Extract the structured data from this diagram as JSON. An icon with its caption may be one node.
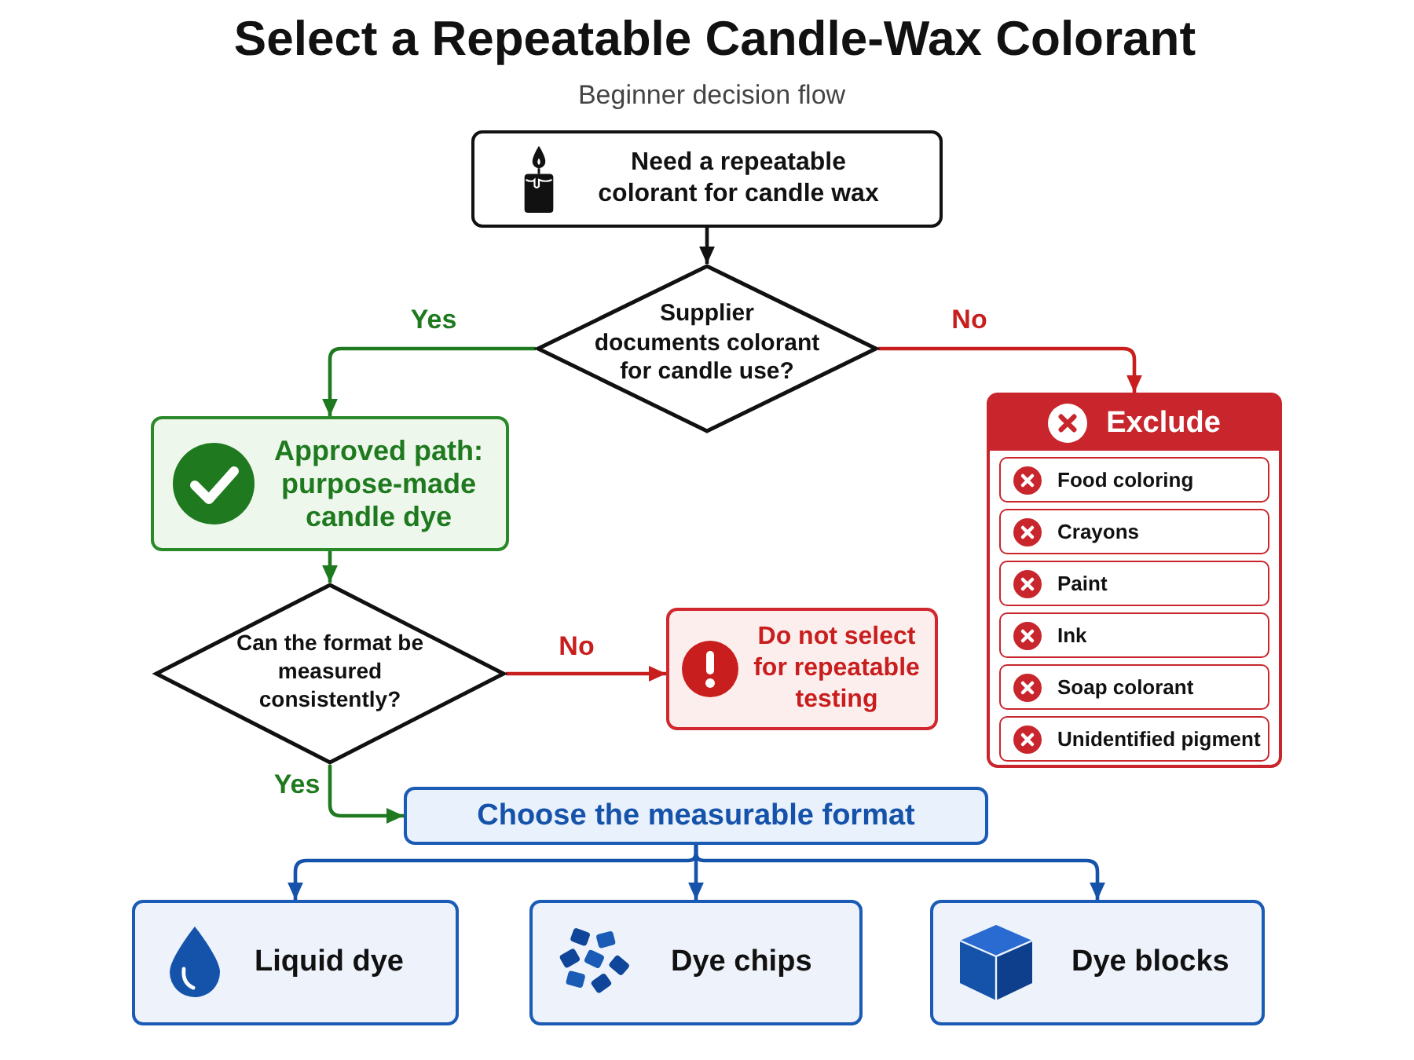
{
  "diagram": {
    "title": "Select a Repeatable Candle-Wax Colorant",
    "nodes": [
      {
        "text": [
          "Need a repeatable colorant for candle wax"
        ]
      },
      {
        "text": [
          "Supplier documents colorant for candle use?"
        ]
      },
      {
        "text": [
          "Approved path: purpose-made candle dye"
        ]
      },
      {
        "text": [
          "Exclude"
        ]
      },
      {
        "text": [
          "Food coloring"
        ],
        "in": 3
      },
      {
        "text": [
          "Crayons"
        ],
        "in": 3
      },
      {
        "text": [
          "Paint"
        ],
        "in": 3
      },
      {
        "text": [
          "Ink"
        ],
        "in": 3
      },
      {
        "text": [
          "Soap colorant"
        ],
        "in": 3
      },
      {
        "text": [
          "Unidentified pigment"
        ],
        "in": 3
      },
      {
        "text": [
          "Can the format be measured consistently?"
        ]
      },
      {
        "text": [
          "Do not select for repeatable testing"
        ]
      },
      {
        "text": [
          "Choose the measurable format"
        ]
      },
      {
        "text": [
          "Liquid dye"
        ]
      },
      {
        "text": [
          "Dye chips"
        ]
      },
      {
        "text": [
          "Dye blocks"
        ]
      }
    ],
    "edges": [
      {
        "from": 0,
        "to": 1,
        "arrow": "to",
        "color": "#111111"
      },
      {
        "from": 1,
        "to": 2,
        "arrow": "to",
        "label": "Yes",
        "color": "#1f7a1f"
      },
      {
        "from": 1,
        "to": 3,
        "arrow": "to",
        "label": "No",
        "color": "#c81e1e"
      },
      {
        "from": 2,
        "to": 10,
        "arrow": "to",
        "color": "#1f7a1f"
      },
      {
        "from": 10,
        "to": 11,
        "arrow": "to",
        "label": "No",
        "color": "#c81e1e"
      },
      {
        "from": 10,
        "to": 12,
        "arrow": "to",
        "label": "Yes",
        "color": "#1f7a1f"
      },
      {
        "from": 12,
        "to": 13,
        "arrow": "to",
        "color": "#1552aa"
      },
      {
        "from": 12,
        "to": 14,
        "arrow": "to",
        "color": "#1552aa"
      },
      {
        "from": 12,
        "to": 15,
        "arrow": "to",
        "color": "#1552aa"
      }
    ],
    "labels": [
      "Beginner decision flow"
    ]
  }
}
